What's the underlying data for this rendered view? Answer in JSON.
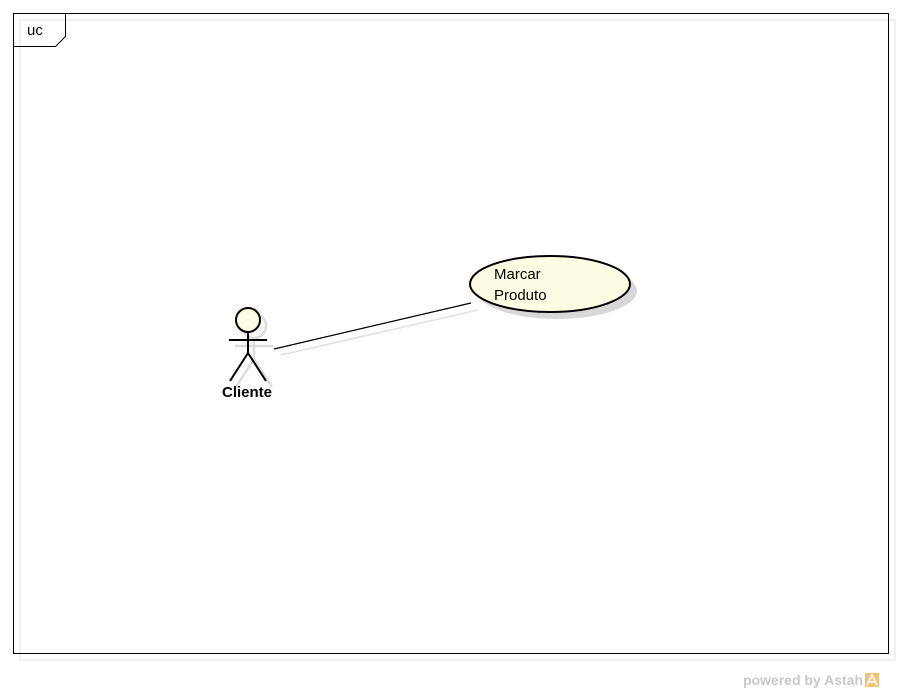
{
  "frame": {
    "label": "uc"
  },
  "actor": {
    "name": "Cliente"
  },
  "use_case": {
    "line1": "Marcar",
    "line2": "Produto"
  },
  "watermark": {
    "text": "powered by Astah"
  },
  "colors": {
    "use_case_fill": "#fdfde3",
    "actor_head_fill": "#fdfde3",
    "shadow": "#d8d8d8",
    "stroke": "#000000"
  }
}
